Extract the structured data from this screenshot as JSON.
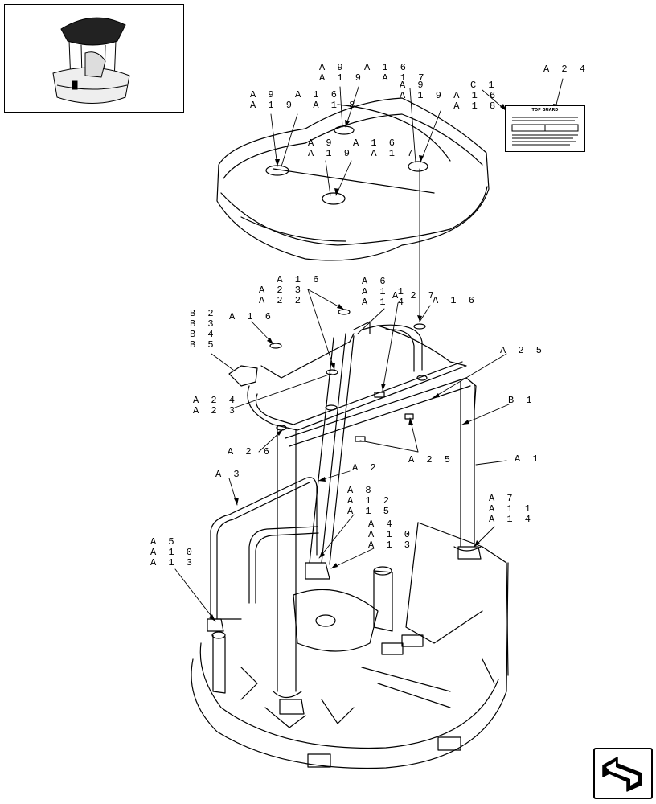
{
  "diagram": {
    "labels": {
      "a9_a19_a16_a18_left": "A 9  A 1 6\nA 1 9  A 1 8",
      "a9_a16_a19_a17_top": "A 9  A 1 6\nA 1 9  A 1 7",
      "a9_a19_a16_a18_right": "A 9\nA 1 9 A 1 6\n      A 1 8",
      "c1": "C 1",
      "a24_top": "A 2 4",
      "a9_a16_a19_a17_mid": "A 9  A 1 6\nA 1 9  A 1 7",
      "a16_a23_a22": "  A 1 6\nA 2 3\nA 2 2",
      "a6_a11_a14": "A 6\nA 1 1\nA 1 4",
      "a27": "A 2 7",
      "a16_right": "A 1 6",
      "b2_b5": "B 2\nB 3\nB 4\nB 5",
      "a16_left": "A 1 6",
      "a25_top": "A 2 5",
      "a24_a23": "A 2 4\nA 2 3",
      "b1": "B 1",
      "a26": "A 2 6",
      "a25_bottom": "A 2 5",
      "a1": "A 1",
      "a2": "A 2",
      "a3": "A 3",
      "a8_a12_a15": "A 8\nA 1 2\nA 1 5",
      "a4_a10_a13": "A 4\nA 1 0\nA 1 3",
      "a7_a11_a14": "A 7\nA 1 1\nA 1 4",
      "a5_a10_a13": "A 5\nA 1 0\nA 1 3"
    },
    "decal": {
      "title": "TOP GUARD"
    },
    "icons": {
      "thumbnail": "cab-overview-thumbnail-icon",
      "navigation": "next-page-arrow-icon"
    },
    "colors": {
      "line": "#000000",
      "background": "#ffffff"
    }
  }
}
